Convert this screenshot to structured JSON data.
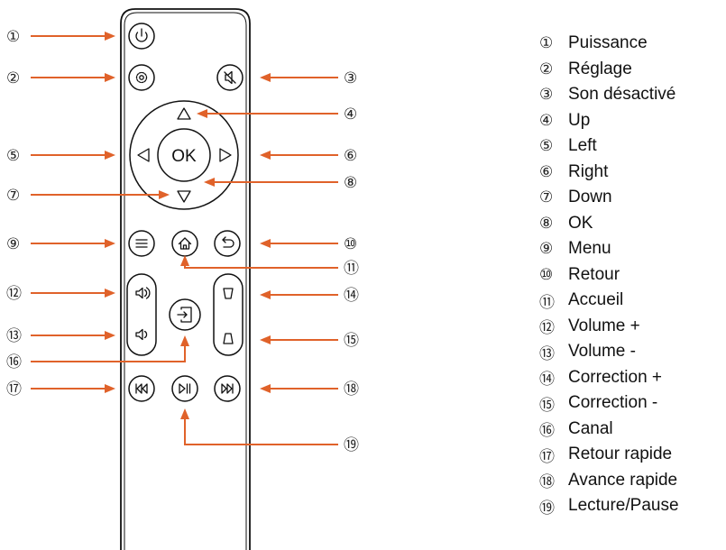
{
  "ok_label": "OK",
  "colors": {
    "arrow": "#e0622a",
    "outline": "#111111"
  },
  "remote_buttons": [
    {
      "icon": "power-icon"
    },
    {
      "icon": "gear-icon"
    },
    {
      "icon": "mute-icon"
    },
    {
      "icon": "up-triangle-icon"
    },
    {
      "icon": "left-triangle-icon"
    },
    {
      "icon": "right-triangle-icon"
    },
    {
      "icon": "down-triangle-icon"
    },
    {
      "icon": "ok-button"
    },
    {
      "icon": "menu-icon"
    },
    {
      "icon": "back-icon"
    },
    {
      "icon": "home-icon"
    },
    {
      "icon": "volume-up-icon"
    },
    {
      "icon": "volume-down-icon"
    },
    {
      "icon": "keystone-plus-icon"
    },
    {
      "icon": "keystone-minus-icon"
    },
    {
      "icon": "input-source-icon"
    },
    {
      "icon": "rewind-icon"
    },
    {
      "icon": "fast-forward-icon"
    },
    {
      "icon": "play-pause-icon"
    }
  ],
  "legend": [
    {
      "num": "①",
      "label": "Puissance"
    },
    {
      "num": "②",
      "label": "Réglage"
    },
    {
      "num": "③",
      "label": "Son désactivé"
    },
    {
      "num": "④",
      "label": "Up"
    },
    {
      "num": "⑤",
      "label": "Left"
    },
    {
      "num": "⑥",
      "label": "Right"
    },
    {
      "num": "⑦",
      "label": "Down"
    },
    {
      "num": "⑧",
      "label": "OK"
    },
    {
      "num": "⑨",
      "label": "Menu"
    },
    {
      "num": "⑩",
      "label": "Retour"
    },
    {
      "num": "⑪",
      "label": "Accueil"
    },
    {
      "num": "⑫",
      "label": "Volume +"
    },
    {
      "num": "⑬",
      "label": "Volume -"
    },
    {
      "num": "⑭",
      "label": "Correction +"
    },
    {
      "num": "⑮",
      "label": "Correction -"
    },
    {
      "num": "⑯",
      "label": "Canal"
    },
    {
      "num": "⑰",
      "label": "Retour rapide"
    },
    {
      "num": "⑱",
      "label": "Avance rapide"
    },
    {
      "num": "⑲",
      "label": "Lecture/Pause"
    }
  ]
}
